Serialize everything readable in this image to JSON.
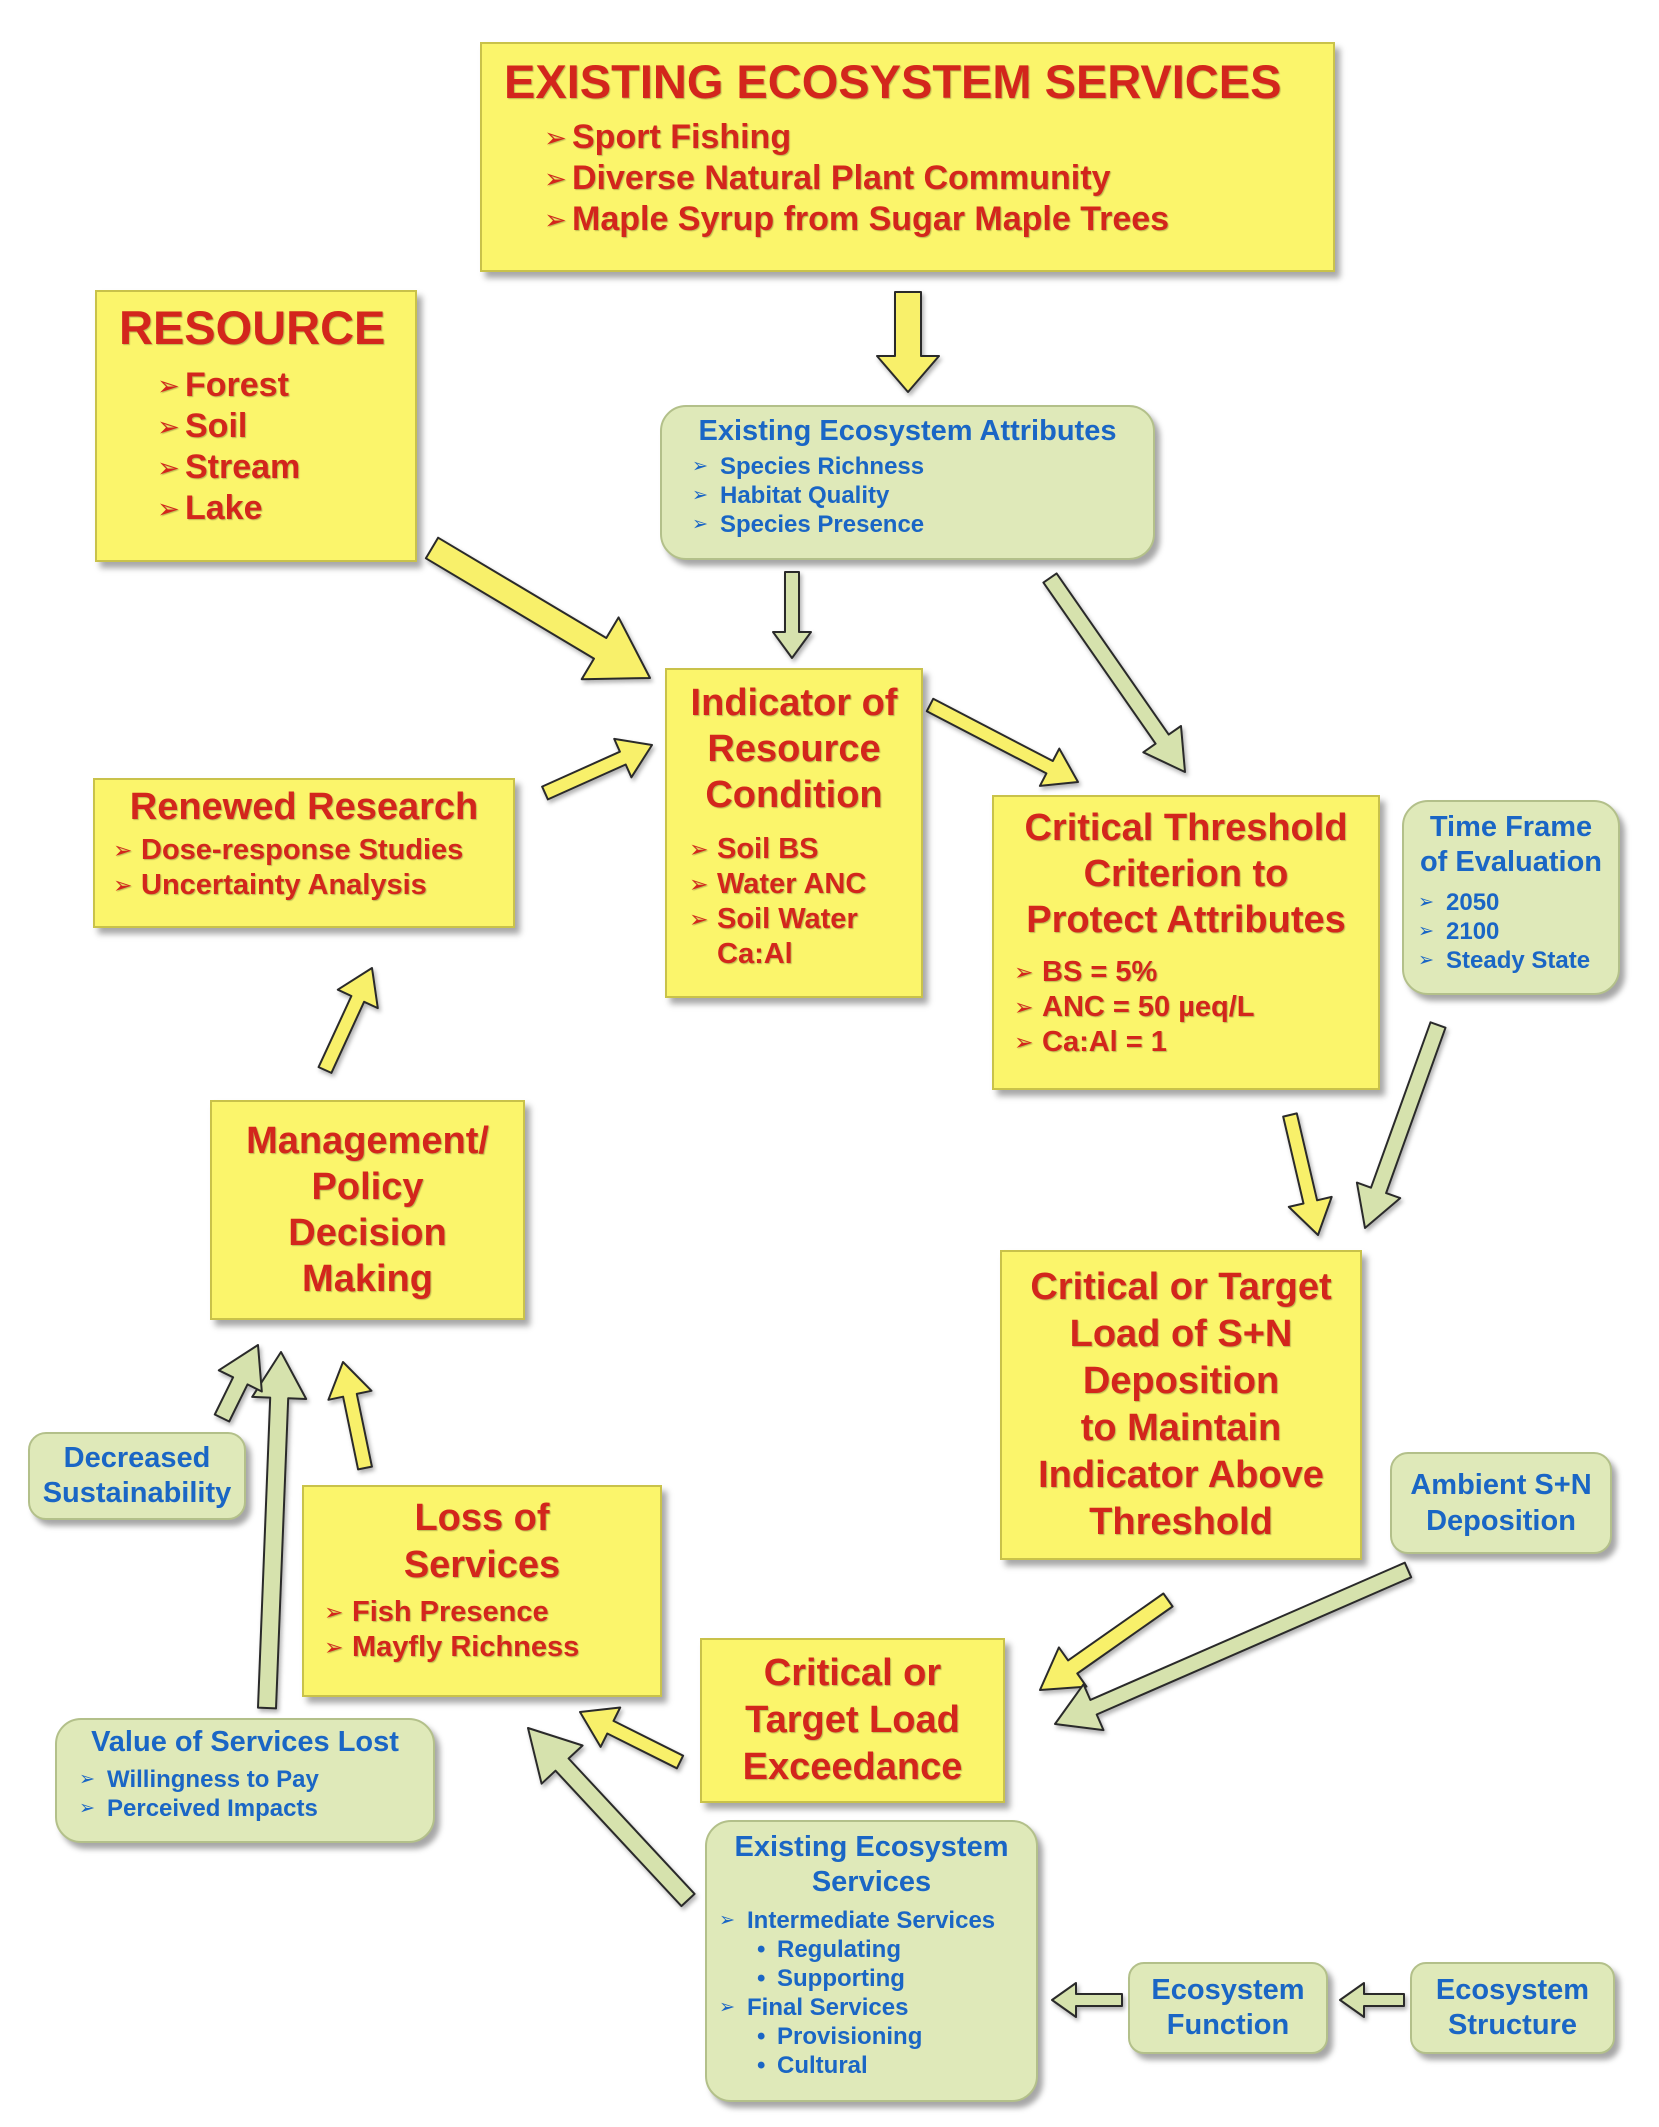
{
  "existing_services": {
    "title": "EXISTING ECOSYSTEM SERVICES",
    "items": [
      "Sport Fishing",
      "Diverse Natural Plant Community",
      "Maple Syrup from Sugar Maple Trees"
    ]
  },
  "resource": {
    "title": "RESOURCE",
    "items": [
      "Forest",
      "Soil",
      "Stream",
      "Lake"
    ]
  },
  "existing_attributes": {
    "title": "Existing Ecosystem Attributes",
    "items": [
      "Species Richness",
      "Habitat Quality",
      "Species Presence"
    ]
  },
  "indicator": {
    "title_lines": [
      "Indicator of",
      "Resource",
      "Condition"
    ],
    "items": [
      "Soil BS",
      "Water ANC",
      "Soil Water Ca:Al"
    ]
  },
  "renewed_research": {
    "title": "Renewed Research",
    "items": [
      "Dose-response Studies",
      "Uncertainty Analysis"
    ]
  },
  "critical_threshold": {
    "title_lines": [
      "Critical Threshold",
      "Criterion to",
      "Protect Attributes"
    ],
    "items": [
      "BS = 5%",
      "ANC = 50 µeq/L",
      "Ca:Al = 1"
    ]
  },
  "time_frame": {
    "title_lines": [
      "Time Frame",
      "of Evaluation"
    ],
    "items": [
      "2050",
      "2100",
      "Steady State"
    ]
  },
  "management": {
    "title_lines": [
      "Management/",
      "Policy",
      "Decision",
      "Making"
    ]
  },
  "critical_load": {
    "title_lines": [
      "Critical or Target",
      "Load of S+N",
      "Deposition",
      "to Maintain",
      "Indicator Above",
      "Threshold"
    ]
  },
  "decreased_sustainability": {
    "title_lines": [
      "Decreased",
      "Sustainability"
    ]
  },
  "loss_of_services": {
    "title_lines": [
      "Loss of",
      "Services"
    ],
    "items": [
      "Fish Presence",
      "Mayfly Richness"
    ]
  },
  "ambient_deposition": {
    "title_lines": [
      "Ambient S+N",
      "Deposition"
    ]
  },
  "exceedance": {
    "title_lines": [
      "Critical or",
      "Target Load",
      "Exceedance"
    ]
  },
  "value_lost": {
    "title": "Value of Services Lost",
    "items": [
      "Willingness to Pay",
      "Perceived Impacts"
    ]
  },
  "existing_services_2": {
    "title_lines": [
      "Existing Ecosystem",
      "Services"
    ],
    "items": [
      "Intermediate Services",
      "Regulating",
      "Supporting",
      "Final Services",
      "Provisioning",
      "Cultural"
    ]
  },
  "ecosystem_function": {
    "title_lines": [
      "Ecosystem",
      "Function"
    ]
  },
  "ecosystem_structure": {
    "title_lines": [
      "Ecosystem",
      "Structure"
    ]
  },
  "colors": {
    "yellow_box": "#fbf56b",
    "red_text": "#d3261c",
    "green_box": "#dfe9b9",
    "blue_text": "#1a66c5",
    "yellow_arrow": "#f8f06a",
    "green_arrow": "#d6e2ad"
  }
}
